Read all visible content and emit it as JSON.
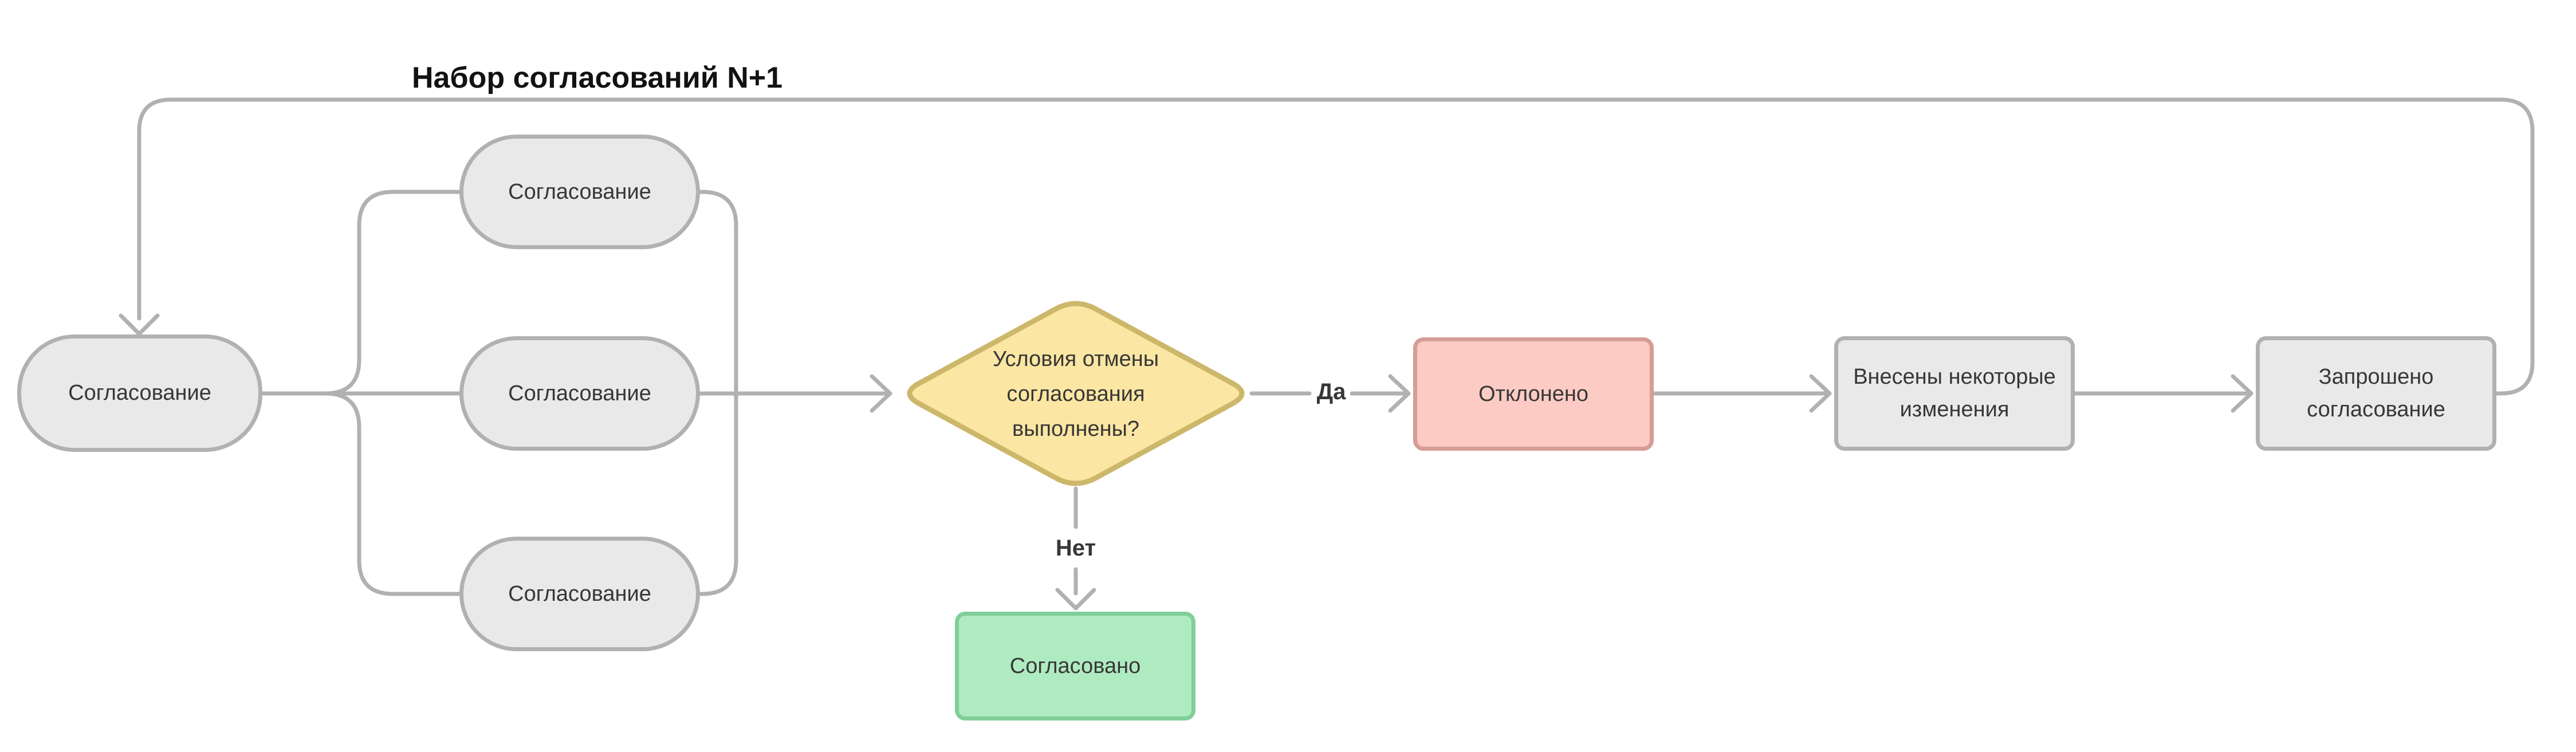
{
  "title": "Набор согласований N+1",
  "nodes": {
    "approval_left": "Согласование",
    "approval_top": "Согласование",
    "approval_middle": "Согласование",
    "approval_bottom": "Согласование",
    "decision": "Условия отмены\nсогласования\nвыполнены?",
    "rejected": "Отклонено",
    "changes_made": "Внесены некоторые\nизменения",
    "approval_requested": "Запрошено\nсогласование",
    "approved": "Согласовано"
  },
  "edge_labels": {
    "yes": "Да",
    "no": "Нет"
  },
  "colors": {
    "node_fill": "#e9e9e9",
    "node_border": "#b1b1b1",
    "decision_fill": "#fbe6a3",
    "decision_border": "#ccb76a",
    "rejected_fill": "#fbcbc4",
    "rejected_border": "#d69c96",
    "approved_fill": "#afebc0",
    "approved_border": "#80ce98",
    "connector": "#b1b1b1",
    "text": "#373737",
    "title_text": "#121212",
    "background": "#ffffff"
  }
}
